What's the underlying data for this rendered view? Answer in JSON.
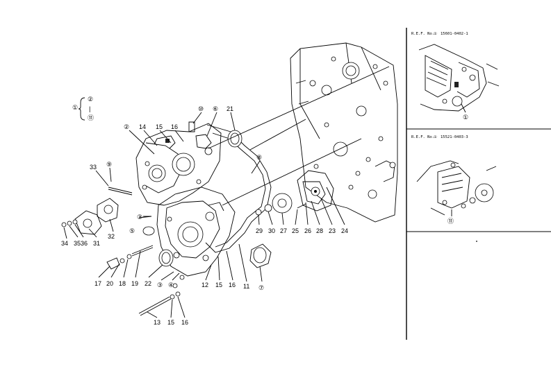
{
  "legend": {
    "outer": "①",
    "items": [
      "②",
      "|",
      "⑪"
    ]
  },
  "side_panels": [
    {
      "ref_label": "R.E.F. No.",
      "ref_circle": "①",
      "ref_code": "15601-0402-1",
      "callout": "①"
    },
    {
      "ref_label": "R.E.F. No.",
      "ref_circle": "①",
      "ref_code": "15521-0403-3",
      "callout": "⑪"
    }
  ],
  "callouts": [
    {
      "id": "c2",
      "text": "②"
    },
    {
      "id": "c14",
      "text": "14"
    },
    {
      "id": "c15a",
      "text": "15"
    },
    {
      "id": "c16a",
      "text": "16"
    },
    {
      "id": "c10",
      "text": "⑩"
    },
    {
      "id": "c6",
      "text": "⑥"
    },
    {
      "id": "c21",
      "text": "21"
    },
    {
      "id": "c8a",
      "text": "⑧"
    },
    {
      "id": "c9",
      "text": "⑨"
    },
    {
      "id": "c33",
      "text": "33"
    },
    {
      "id": "c34",
      "text": "34"
    },
    {
      "id": "c35",
      "text": "35"
    },
    {
      "id": "c36",
      "text": "36"
    },
    {
      "id": "c31",
      "text": "31"
    },
    {
      "id": "c32",
      "text": "32"
    },
    {
      "id": "c3a",
      "text": "③"
    },
    {
      "id": "c5",
      "text": "⑤"
    },
    {
      "id": "c17",
      "text": "17"
    },
    {
      "id": "c20",
      "text": "20"
    },
    {
      "id": "c18",
      "text": "18"
    },
    {
      "id": "c19",
      "text": "19"
    },
    {
      "id": "c22",
      "text": "22"
    },
    {
      "id": "c3b",
      "text": "③"
    },
    {
      "id": "c4",
      "text": "④"
    },
    {
      "id": "c12",
      "text": "12"
    },
    {
      "id": "c15b",
      "text": "15"
    },
    {
      "id": "c16b",
      "text": "16"
    },
    {
      "id": "c11",
      "text": "11"
    },
    {
      "id": "c7",
      "text": "⑦"
    },
    {
      "id": "c29",
      "text": "29"
    },
    {
      "id": "c30",
      "text": "30"
    },
    {
      "id": "c27",
      "text": "27"
    },
    {
      "id": "c25",
      "text": "25"
    },
    {
      "id": "c26",
      "text": "26"
    },
    {
      "id": "c28",
      "text": "28"
    },
    {
      "id": "c23",
      "text": "23"
    },
    {
      "id": "c24",
      "text": "24"
    },
    {
      "id": "c13",
      "text": "13"
    },
    {
      "id": "c15c",
      "text": "15"
    },
    {
      "id": "c16c",
      "text": "16"
    }
  ]
}
